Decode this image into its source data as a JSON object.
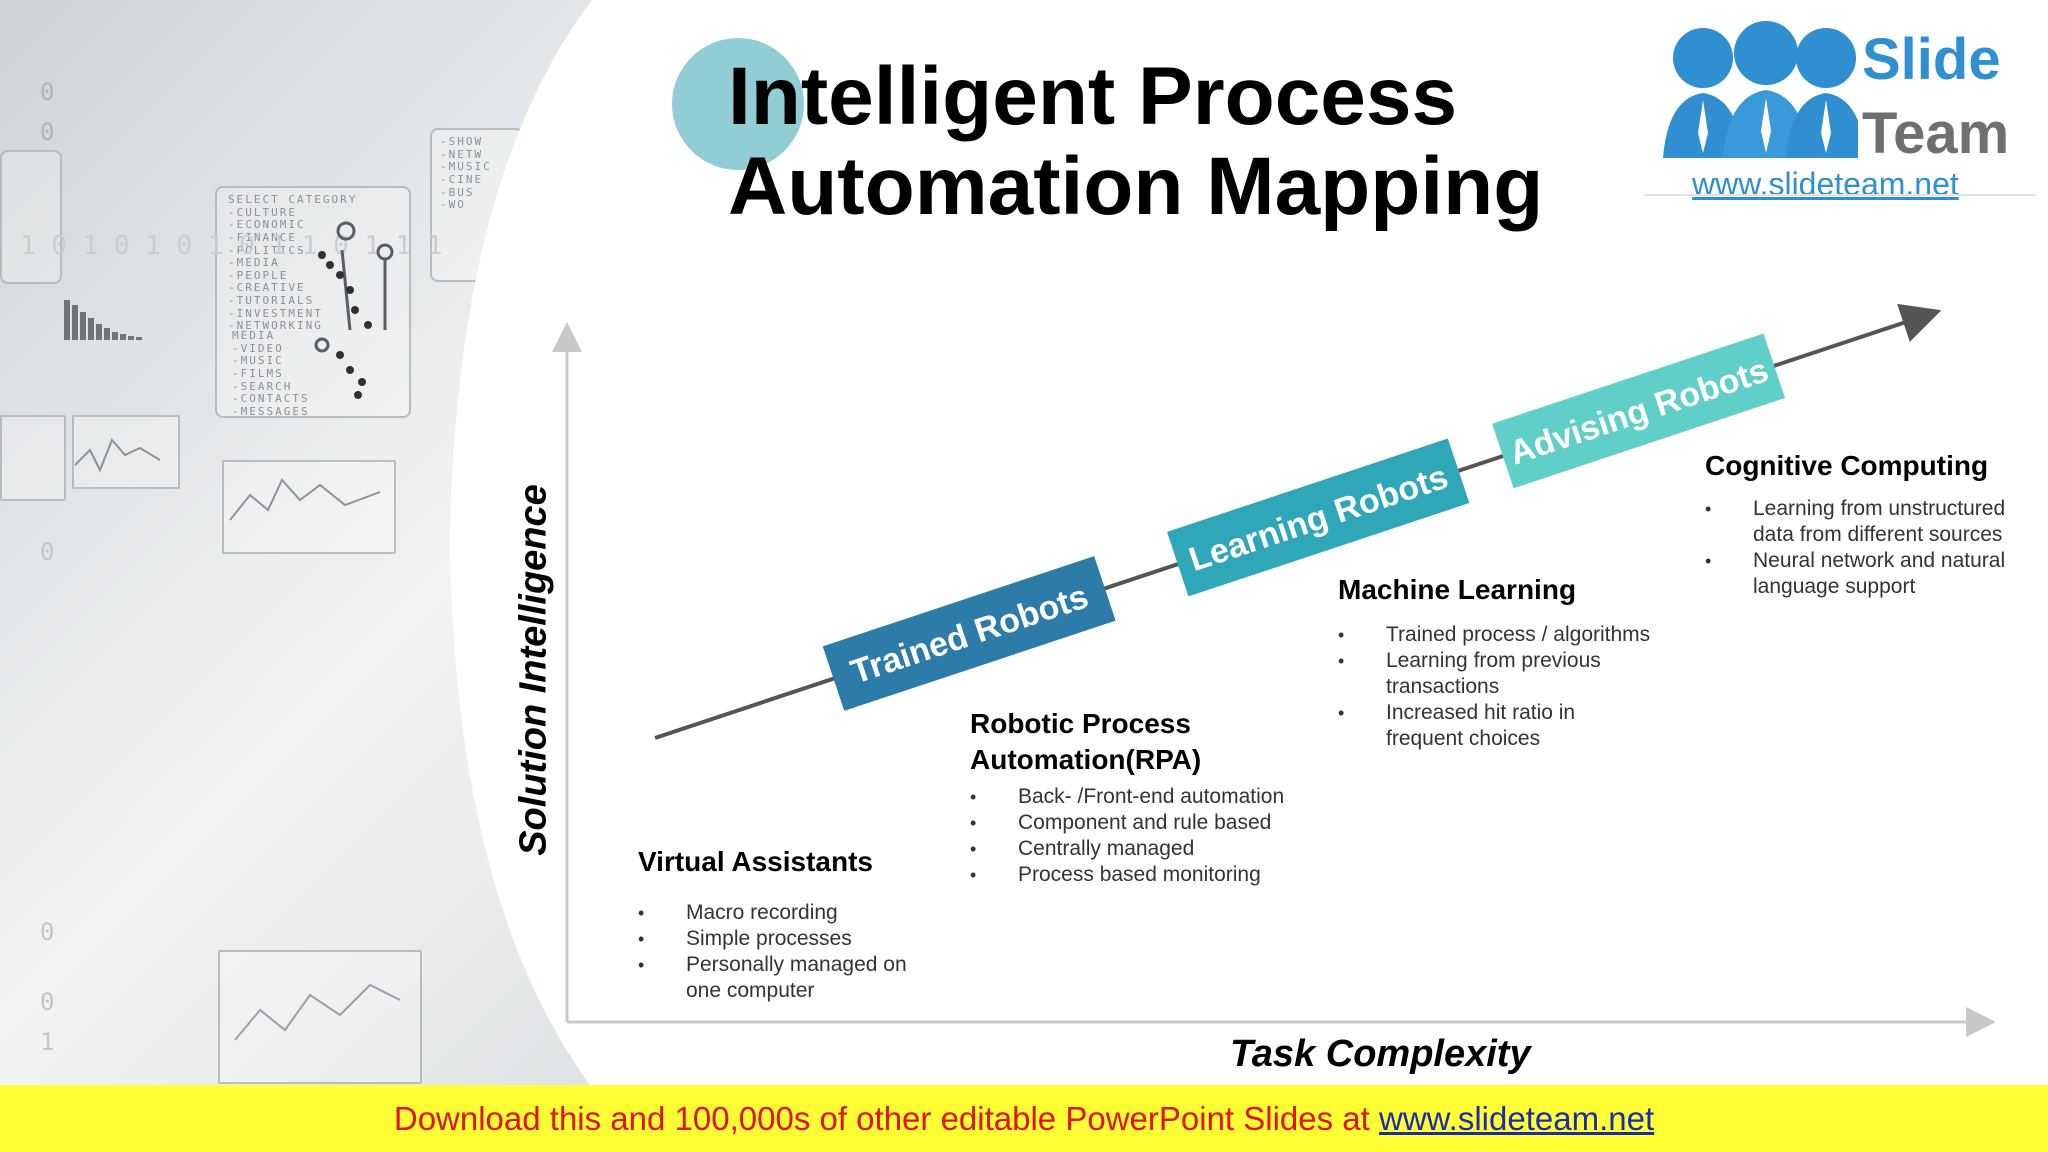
{
  "title": {
    "line1": "Intelligent Process",
    "line2": "Automation Mapping"
  },
  "logo": {
    "slide": "Slide",
    "team": "Team",
    "url": "www.slideteam.net"
  },
  "axes": {
    "y_label": "Solution Intelligence",
    "x_label": "Task Complexity"
  },
  "robot_bands": [
    {
      "label": "Trained Robots",
      "color": "#2c7ba8"
    },
    {
      "label": "Learning Robots",
      "color": "#2fa7b8"
    },
    {
      "label": "Advising Robots",
      "color": "#5fcfc8"
    }
  ],
  "stages": [
    {
      "heading": "Virtual Assistants",
      "items": [
        "Macro recording",
        "Simple processes",
        "Personally managed on one computer"
      ]
    },
    {
      "heading": "Robotic Process Automation(RPA)",
      "items": [
        "Back- /Front-end automation",
        "Component and rule based",
        "Centrally managed",
        "Process based monitoring"
      ]
    },
    {
      "heading": "Machine Learning",
      "items": [
        "Trained process / algorithms",
        "Learning from previous transactions",
        "Increased hit ratio in frequent choices"
      ]
    },
    {
      "heading": "Cognitive Computing",
      "items": [
        "Learning from unstructured data from different sources",
        "Neural network and natural language support"
      ]
    }
  ],
  "footer": {
    "text": "Download this and 100,000s of other editable PowerPoint Slides at ",
    "link": "www.slideteam.net"
  },
  "background_panel": {
    "select_category": "SELECT CATEGORY\n-CULTURE\n-ECONOMIC\n-FINANCE\n-POLITICS\n-MEDIA\n-PEOPLE\n-CREATIVE\n-TUTORIALS\n-INVESTMENT\n-NETWORKING",
    "media": "MEDIA\n-VIDEO\n-MUSIC\n-FILMS\n-SEARCH\n-CONTACTS\n-MESSAGES",
    "show": "-SHOW\n-NETW\n-MUSIC\n-CINE\n-BUS\n-WO",
    "binary": "1 0 1 0 1 0 1 0 1 1 0 1 1 1"
  },
  "colors": {
    "title_circle": "#91cdd4",
    "footer_bg": "#ffff33",
    "footer_text": "#e0121b",
    "footer_link": "#1b2bb0",
    "logo_blue": "#2f8fd1",
    "logo_gray": "#6d6f71"
  }
}
